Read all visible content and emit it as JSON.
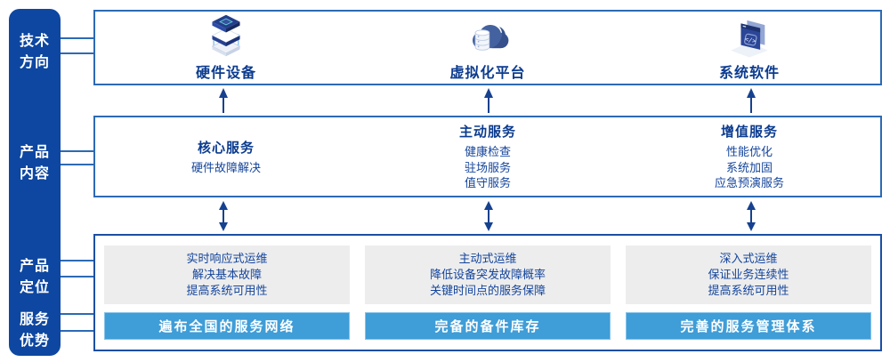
{
  "colors": {
    "sidebar_navy": "#0D47A1",
    "border_blue": "#2C6AB4",
    "border_navy": "#1C4FA3",
    "banner_blue": "#3F9DD7",
    "panel_gray": "#EDEDED",
    "text_navy": "#14459C",
    "title_navy": "#0B3B8F",
    "arrow_navy": "#16418F"
  },
  "sidebar": {
    "items": [
      {
        "line1": "技术",
        "line2": "方向"
      },
      {
        "line1": "产品",
        "line2": "内容"
      },
      {
        "line1": "产品",
        "line2": "定位"
      },
      {
        "line1": "服务",
        "line2": "优势"
      }
    ]
  },
  "tech_row": {
    "items": [
      {
        "icon": "server-stack-icon",
        "label": "硬件设备"
      },
      {
        "icon": "cloud-database-icon",
        "label": "虚拟化平台"
      },
      {
        "icon": "code-window-icon",
        "label": "系统软件"
      }
    ]
  },
  "content_row": {
    "columns": [
      {
        "title": "核心服务",
        "items": [
          "硬件故障解决"
        ]
      },
      {
        "title": "主动服务",
        "items": [
          "健康检查",
          "驻场服务",
          "值守服务"
        ]
      },
      {
        "title": "增值服务",
        "items": [
          "性能优化",
          "系统加固",
          "应急预演服务"
        ]
      }
    ]
  },
  "position_row": {
    "columns": [
      {
        "points": [
          "实时响应式运维",
          "解决基本故障",
          "提高系统可用性"
        ],
        "banner": "遍布全国的服务网络"
      },
      {
        "points": [
          "主动式运维",
          "降低设备突发故障概率",
          "关键时间点的服务保障"
        ],
        "banner": "完备的备件库存"
      },
      {
        "points": [
          "深入式运维",
          "保证业务连续性",
          "提高系统可用性"
        ],
        "banner": "完善的服务管理体系"
      }
    ]
  }
}
